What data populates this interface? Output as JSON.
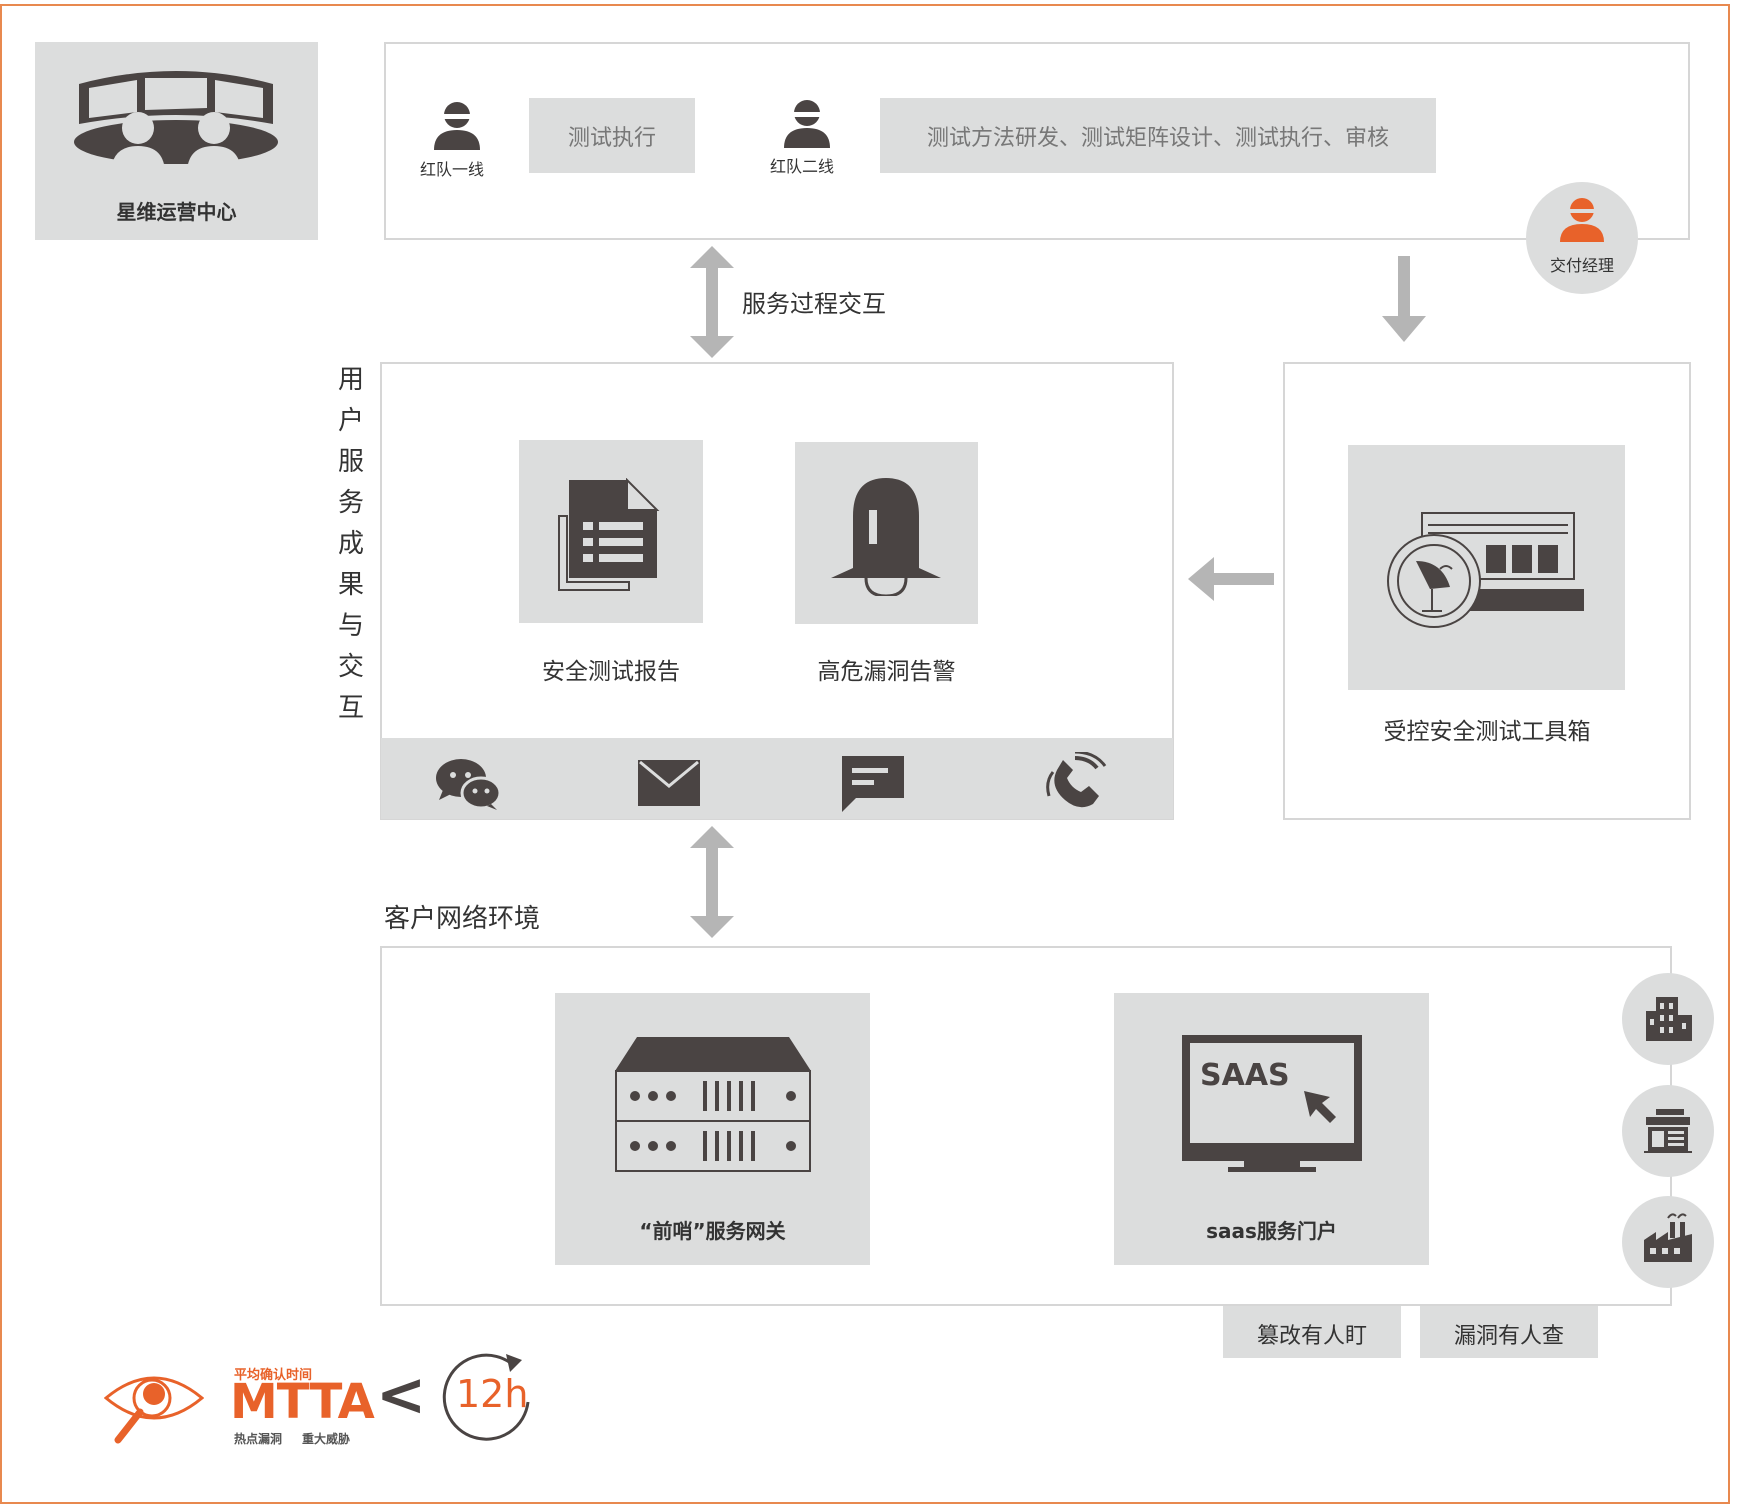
{
  "ops_center": {
    "label": "星维运营中心"
  },
  "red_team": {
    "line1_label": "红队一线",
    "line1_task": "测试执行",
    "line2_label": "红队二线",
    "line2_task": "测试方法研发、测试矩阵设计、测试执行、审核"
  },
  "delivery_manager": {
    "label": "交付经理"
  },
  "service_interaction": {
    "label": "服务过程交互"
  },
  "user_service": {
    "side_label": [
      "用",
      "户",
      "服",
      "务",
      "成",
      "果",
      "与",
      "交",
      "互"
    ],
    "report_label": "安全测试报告",
    "alert_label": "高危漏洞告警",
    "channels": [
      "wechat-icon",
      "mail-icon",
      "message-icon",
      "phone-icon"
    ]
  },
  "toolbox": {
    "label": "受控安全测试工具箱"
  },
  "customer_network": {
    "title": "客户网络环境",
    "gateway_label": "“前哨”服务网关",
    "saas_label": "saas服务门户",
    "saas_screen_text": "SAAS"
  },
  "tags": {
    "tamper": "篡改有人盯",
    "vuln": "漏洞有人查"
  },
  "mtta": {
    "caption_top": "平均确认时间",
    "acronym": "MTTA",
    "caption_bottom_1": "热点漏洞",
    "caption_bottom_2": "重大威胁",
    "less_than": "<",
    "time": "12h"
  },
  "colors": {
    "accent": "#e8622a",
    "dark": "#4a4443",
    "tile": "#dcdddd",
    "arrow": "#b5b5b5",
    "border": "#e8894f"
  }
}
